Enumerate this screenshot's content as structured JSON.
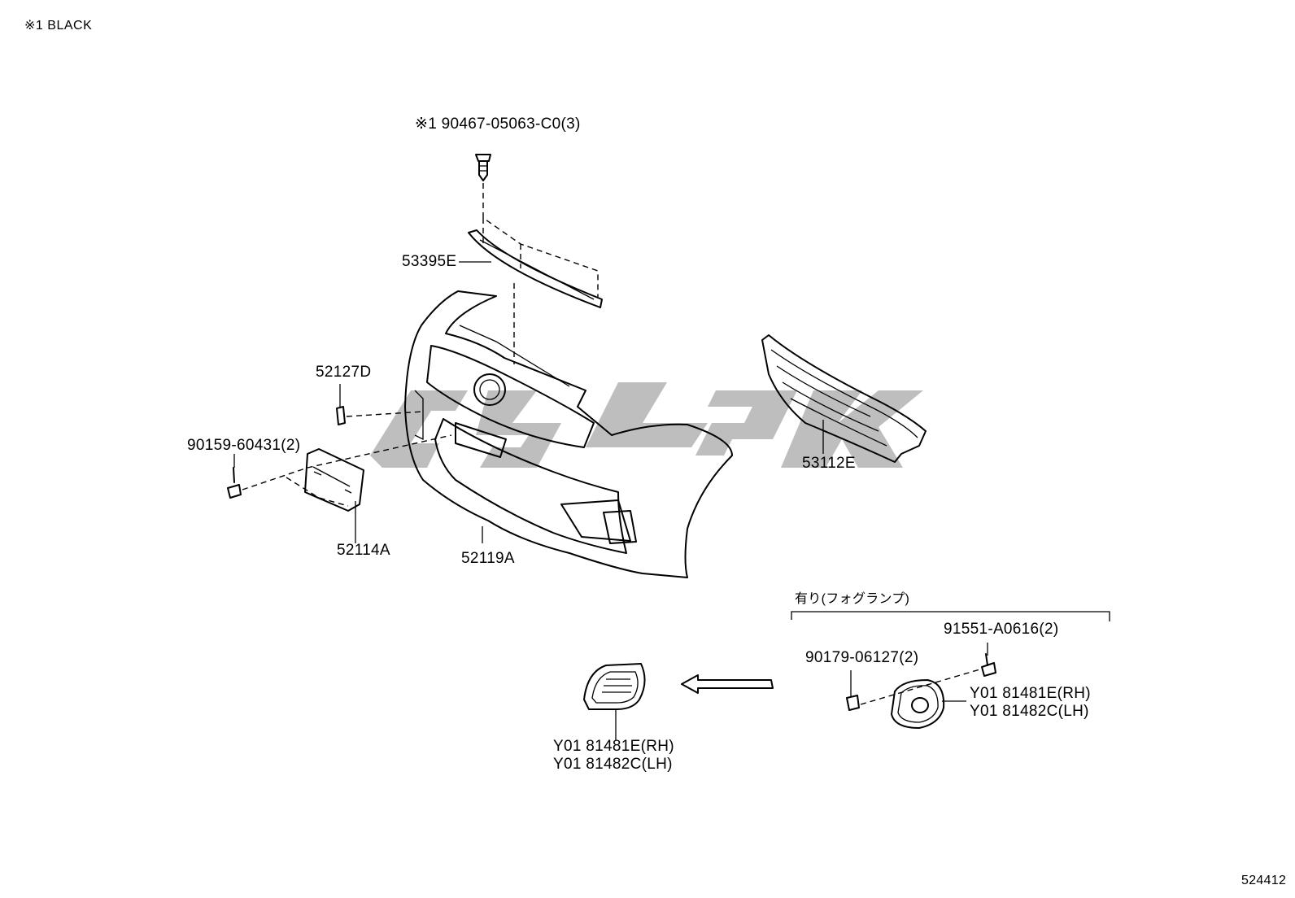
{
  "note": {
    "symbol": "※1",
    "text": "BLACK"
  },
  "watermark_color": "#b3b3b3",
  "line_color": "#000000",
  "labels": {
    "clip_part": "※1 90467-05063-C0(3)",
    "upper_molding": "53395E",
    "retainer": "52127D",
    "screw_plate": "90159-60431(2)",
    "license_bracket": "52114A",
    "bumper_cover": "52119A",
    "lower_grille": "53112E",
    "fog_group": "有り(フォグランプ)",
    "fog_screw": "91551-A0616(2)",
    "fog_nut": "90179-06127(2)",
    "fog_cover_rh_right": "Y01 81481E(RH)",
    "fog_cover_lh_right": "Y01 81482C(LH)",
    "fog_cover_rh_left": "Y01 81481E(RH)",
    "fog_cover_lh_left": "Y01 81482C(LH)"
  },
  "figure_id": "524412"
}
